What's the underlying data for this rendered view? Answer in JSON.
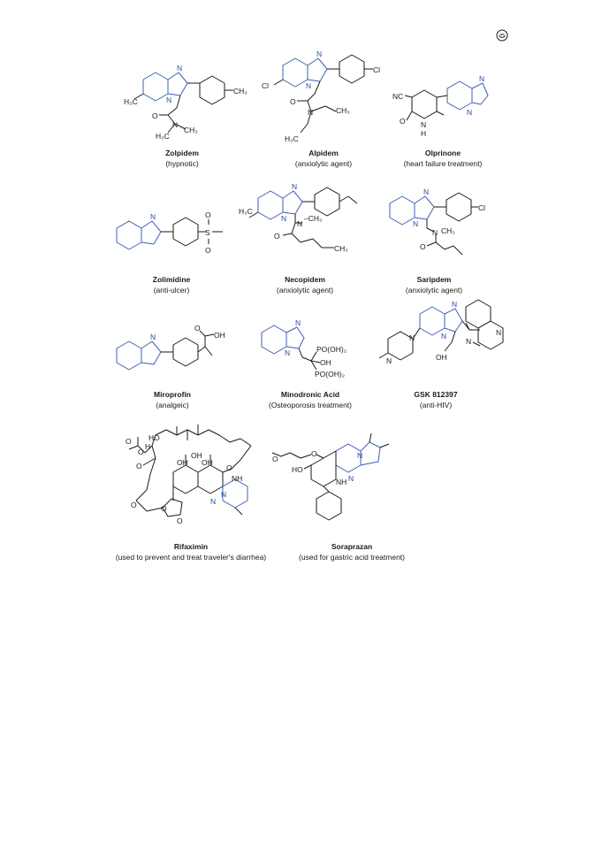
{
  "compounds": [
    {
      "name": "Zolpidem",
      "use": "(hypnotic)"
    },
    {
      "name": "Alpidem",
      "use": "(anxiolytic agent)"
    },
    {
      "name": "Olprinone",
      "use": "(heart failure treatment)"
    },
    {
      "name": "Zolimidine",
      "use": "(anti-ulcer)"
    },
    {
      "name": "Necopidem",
      "use": "(anxiolytic agent)"
    },
    {
      "name": "Saripdem",
      "use": "(anxiolytic agent)"
    },
    {
      "name": "Miroprofin",
      "use": "(analgeic)"
    },
    {
      "name": "Minodronic Acid",
      "use": "(Osteoporosis treatment)"
    },
    {
      "name": "GSK 812397",
      "use": "(anti-HIV)"
    },
    {
      "name": "Rifaximin",
      "use": "(used to prevent and treat traveler's diarrhea)"
    },
    {
      "name": "Soraprazan",
      "use": "(used for gastric acid treatment)"
    }
  ],
  "atom_labels": {
    "N": "N",
    "O": "O",
    "S": "S",
    "Cl": "Cl",
    "NC": "NC",
    "NH": "NH",
    "HN": "H",
    "H3C": "H3C",
    "CH3": "CH3",
    "OH": "OH",
    "HO": "HO",
    "PO3": "PO(OH)2",
    "H": "H"
  },
  "colors": {
    "heterocycle": "#3f5fb5",
    "bond": "#1a1a1a"
  },
  "icons": {
    "publisher": "publisher-logo-icon"
  }
}
